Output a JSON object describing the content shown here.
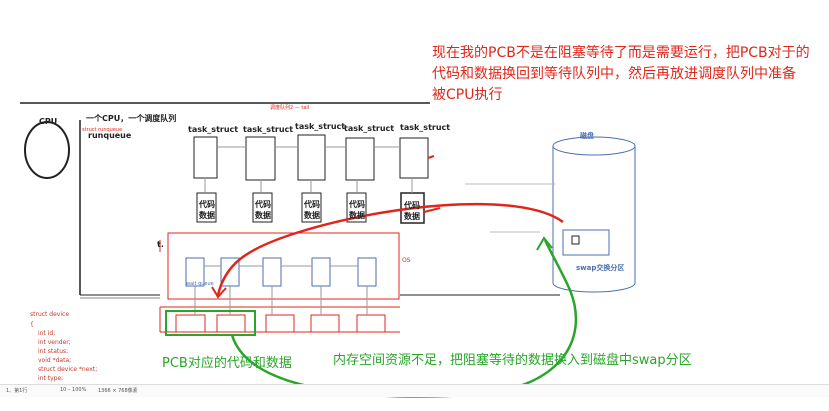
{
  "note_top": "现在我的PCB不是在阻塞等待了而是需要运行，把PCB对于的\n代码和数据换回到等待队列中，然后再放进调度队列中准备\n被CPU执行",
  "note_pcb": "PCB对应的代码和数据",
  "note_swap": "内存空间资源不足，把阻塞等待的数据换入到磁盘中swap分区",
  "cpu_label": "CPU",
  "one_cpu_label": "一个CPU，一个调度队列",
  "runqueue_label": "runqueue",
  "small_top_label": "调度队列2 — tail",
  "small_struct_label": "struct runqueue",
  "task_structs": [
    "task_struct",
    "task_struct",
    "task_struct",
    "task_struct",
    "task_struct"
  ],
  "code_labels": [
    {
      "line1": "代码",
      "line2": "数据"
    },
    {
      "line1": "代码",
      "line2": "数据"
    },
    {
      "line1": "代码",
      "line2": "数据"
    },
    {
      "line1": "代码",
      "line2": "数据"
    },
    {
      "line1": "代码",
      "line2": "数据"
    }
  ],
  "wait_label": "wait queue",
  "os_label": "OS",
  "t_label": "t.",
  "disk_label": "磁盘",
  "swap_label": "swap交换分区",
  "code_block": [
    "struct device",
    "{",
    "int id;",
    "int vender;",
    "int status;",
    "void *data;",
    "struct device *next;",
    "int type;"
  ],
  "status_bar": [
    "1、第1行",
    "10 – 100%",
    "1366 × 768像素"
  ],
  "colors": {
    "red": "#e0261b",
    "green": "#2aa52a",
    "blue": "#4a6fb0",
    "black": "#222222"
  }
}
